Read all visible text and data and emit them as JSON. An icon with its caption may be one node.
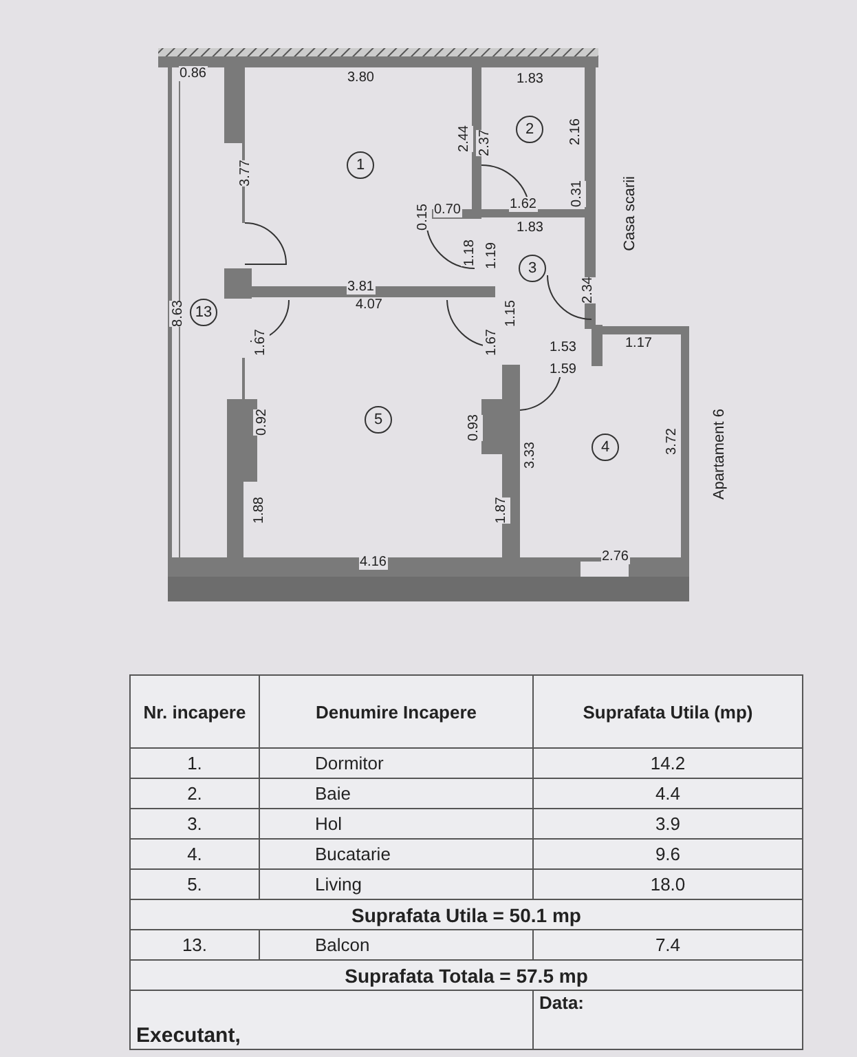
{
  "diagram": {
    "nodes": [
      {
        "text": [
          "1"
        ]
      },
      {
        "text": [
          "2"
        ]
      },
      {
        "text": [
          "13"
        ]
      },
      {
        "text": [
          "3"
        ]
      },
      {
        "text": [
          "5"
        ]
      },
      {
        "text": [
          "4"
        ]
      }
    ],
    "labels": [
      "0.86",
      "3.80",
      "1.83",
      "2.44",
      "2.37",
      "2.16",
      "3.77",
      "0.31",
      "0.15",
      "0.70",
      "1.62",
      "1.83",
      "Casa scarii",
      "1.18",
      "1.19",
      "2.34",
      "3.81",
      "4.07",
      "8.63",
      "1.15",
      "1.67",
      "1.67",
      "1.53",
      "1.17",
      "1.59",
      "0.92",
      "0.93",
      "Apartament 6",
      "3.33",
      "3.72",
      "1.88",
      "1.87",
      "4.16",
      "2.76",
      "Nr. incapere",
      "Denumire Incapere",
      "Suprafata Utila (mp)",
      "1.",
      "Dormitor",
      "14.2",
      "2.",
      "Baie",
      "4.4",
      "3.",
      "Hol",
      "3.9",
      "4.",
      "Bucatarie",
      "9.6",
      "5.",
      "Living",
      "18.0",
      "Suprafata Utila = 50.1 mp",
      "13.",
      "Balcon",
      "7.4",
      "Suprafata Totala = 57.5 mp",
      "Executant,",
      "Data:"
    ]
  }
}
